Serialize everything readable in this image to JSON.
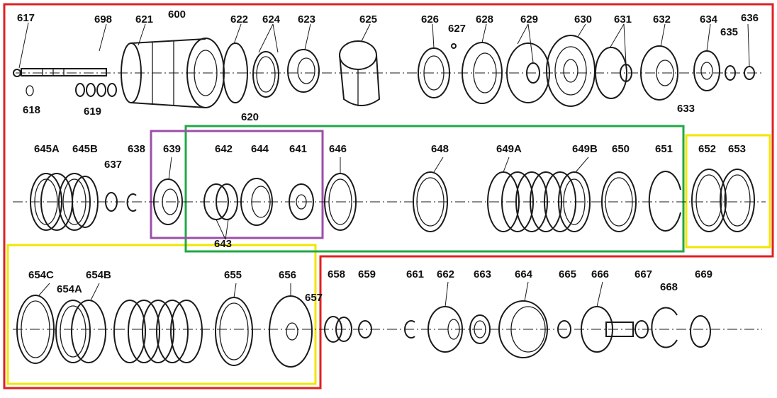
{
  "diagram": {
    "colors": {
      "red": "#e02020",
      "yellow": "#f2e600",
      "green": "#22a844",
      "purple": "#9b4fa8",
      "ink": "#1a1a1a"
    },
    "row1_labels": [
      "617",
      "698",
      "621",
      "600",
      "622",
      "624",
      "623",
      "625",
      "626",
      "627",
      "628",
      "629",
      "630",
      "631",
      "632",
      "634",
      "635",
      "636",
      "618",
      "619",
      "620",
      "633"
    ],
    "row2_labels": [
      "645A",
      "645B",
      "638",
      "637",
      "639",
      "642",
      "644",
      "641",
      "646",
      "648",
      "649A",
      "649B",
      "650",
      "651",
      "652",
      "653",
      "643"
    ],
    "row3_labels": [
      "654C",
      "654A",
      "654B",
      "655",
      "656",
      "657",
      "658",
      "659",
      "661",
      "662",
      "663",
      "664",
      "665",
      "666",
      "667",
      "668",
      "669"
    ]
  }
}
